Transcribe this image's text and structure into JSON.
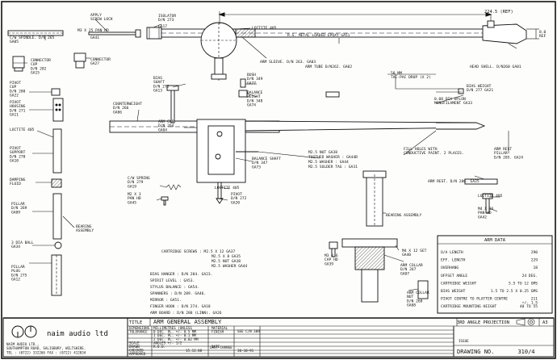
{
  "parts": {
    "cw_spindle": "C/W SPINDLE. D/N 265",
    "cw_spindle_code": "GA05",
    "apply_screw_lock": "APPLY\nSCREW LOCK",
    "screw_m3x25": "M3 X 25 PAN HD",
    "screw_m3x25_code": "GA41",
    "isolator": "ISOLATOR\nD/N 273",
    "isolator_code": "GA17",
    "dim_224": "224.5 (REF)",
    "dim_8": "8.0\nREF",
    "loctite_405_a": "LOCTITE 405",
    "rs_metal_epoxy": "R.S. METAL LOADED EPOXY  GA51",
    "arm_sleeve": "ARM SLEEVE.  D/N 263.  GA03",
    "arm_tube": "ARM TUBE  D/N262.  GA02",
    "head_shell": "HEAD SHELL.  D/N260  GA01",
    "connector_cup": "CONNECTOR\nCUP\nD/N 282\nGA15",
    "connector": "CONNECTOR\nGA27",
    "pivot_cup": "PIVOT\nCUP\nD/N 280\nGA22",
    "pivot_housing": "PIVOT\nHOUSING\nD/N 271\nGA11",
    "loctite_405_b": "LOCTITE 405",
    "pivot_support": "PIVOT\nSUPPORT\nD/N 270\nGA10",
    "damping_fluid": "DAMPING\nFLUID",
    "pillar": "PILLAR\nD/N 269\nGA09",
    "bearing_assembly_l": "BEARING\nASSEMBLY",
    "dia_ball": "3 DIA BALL\nGA34",
    "pillar_plug": "PILLAR\nPLUG\nD/N 275\nGA12",
    "bias_shaft": "BIAS\nSHAFT\nD/N 276\nGA13",
    "bush": "BUSH\nD/N 349\nGA77",
    "balance_weight": "BALANCE\nWEIGHT\nD/N 348\nGA74",
    "tac_pac_drop": "50 MM\nTAC-PAC DROP (X 2)",
    "bias_weight": "BIAS WEIGHT\nD/N 277  GA21",
    "nylon_monofilament": "0.08 DIA NYLON\nMONOFILAMENT  GA33",
    "counterweight": "COUNTERWEIGHT\nD/N 266\nGA06",
    "arm_cup": "ARM CUP\nD/N 264\nGA04",
    "balance_shaft": "BALANCE SHAFT\nD/N 347\nGA73",
    "m25_nut": "M2.5 NUT    GA38",
    "toothed_washer": "TOOTHED WASHER : GA44B",
    "m25_washer": "M2.5 WASHER : GA44",
    "m25_solder_tag": "M2.5 SOLDER TAG : GA31",
    "fill_holes": "FILL HOLES WITH\nCONDUCTIVE PAINT. 2 PLACES.",
    "arm_rest_pillar": "ARM REST\nPILLAR\nD/N 285. GA24",
    "cw_spring": "C/W SPRING\nD/N 279\nGA19",
    "screw_m2x3": "M2 X 3\nPAN HD\nGA45",
    "loctite_405_c": "LOCTITE 405",
    "pivot": "PIVOT\nD/N 272\nGA20",
    "arm_rest": "ARM REST.  D/N  286.  GA25",
    "loctite_405_d": "LOCTITE 405",
    "screw_m4x16": "M4 X 16\nPAN HD\nGA42",
    "bearing_assembly_r": "BEARING ASSEMBLY",
    "m4x12_set": "M4 X 12 SET\nGA40",
    "m3x6_cap": "M3 X 6\nCAP HD\nGA39",
    "arm_collar": "ARM COLLAR\nD/N 267\nGA07",
    "arm_collar_nut": "ARM COLLAR\nNUT\nD/N 268\nGA08",
    "cartridge_screws": [
      "CARTRIDGE SCREWS : M2.5 X 12  GA37",
      "M2.5 X 8   GA35",
      "M2.5 NUT   GA38",
      "M2.5 WASHER  GA44"
    ],
    "misc_list": [
      "BIAS HANGER : D/N 284. GA23.",
      "SPIRIT LEVEL : GA53.",
      "STYLUS BALANCE : GA54.",
      "SPANNERS : D/N 289. GA46.",
      "MIRROR : GA51.",
      "FINGER HOOK : D/N 274. GA18",
      "ARM BOARD : D/N 288 (LINN). GA26"
    ]
  },
  "arm_data": {
    "title": "ARM DATA",
    "rows": [
      {
        "label": "O/A LENGTH",
        "value": "290"
      },
      {
        "label": "EFF. LENGTH",
        "value": "229"
      },
      {
        "label": "OVERHANG",
        "value": "18"
      },
      {
        "label": "OFFSET ANGLE",
        "value": "24 DEG."
      },
      {
        "label": "CARTRIDGE WEIGHT",
        "value": "5.5 TO 12 GMS"
      },
      {
        "label": "BIAS WEIGHT",
        "value": "1.5 TO 2.5 X 0.25 GMS"
      },
      {
        "label": "PIVOT CENTRE TO PLATTER CENTRE",
        "value": "211\n+/- 1.5"
      },
      {
        "label": "CARTRIDGE MOUNTING HEIGHT",
        "value": "40 TO 55"
      }
    ]
  },
  "projection": {
    "label": "3RD ANGLE PROJECTION",
    "sheet_size": "A3"
  },
  "title_block": {
    "company": "naim audio ltd",
    "address": [
      "NAIM AUDIO LTD.,",
      "SOUTHAMPTON ROAD, SALISBURY, WILTSHIRE.",
      "TEL : (0722) 332266 FAX : (0722) 412034"
    ],
    "title_label": "TITLE",
    "title": "ARM GENERAL ASSEMBLY",
    "drawing_no_label": "DRAWING NO.",
    "drawing_no": "310/4",
    "drawn_date": "15.12.88",
    "last_change_label": "LAST CHANGE",
    "last_change_date": "30-10-91",
    "left_rows": [
      "DIMENSIONS",
      "TOLERANCE",
      "",
      "",
      "SCALE",
      "DRAWN",
      "CHECKED",
      "APPROVED"
    ],
    "mid_rows": [
      "MILLIMETRES (UNLESS",
      "0 DEC. PL. +/- 0.5 MM",
      "1 DEC. PL. +/- 0.1 MM",
      "2 DEC. PL. +/- 0.02 MM",
      "ANGLES +/- 1/2",
      "R.D.D.",
      "",
      ""
    ],
    "right_rows": [
      "MATERIAL",
      "FINISH",
      "",
      "",
      "",
      "DATE",
      "",
      ""
    ],
    "issue_label": "ISSUE",
    "see_label": "SEE C/N 309"
  },
  "colors": {
    "ink": "#111111",
    "paper": "#fdfdfb"
  }
}
